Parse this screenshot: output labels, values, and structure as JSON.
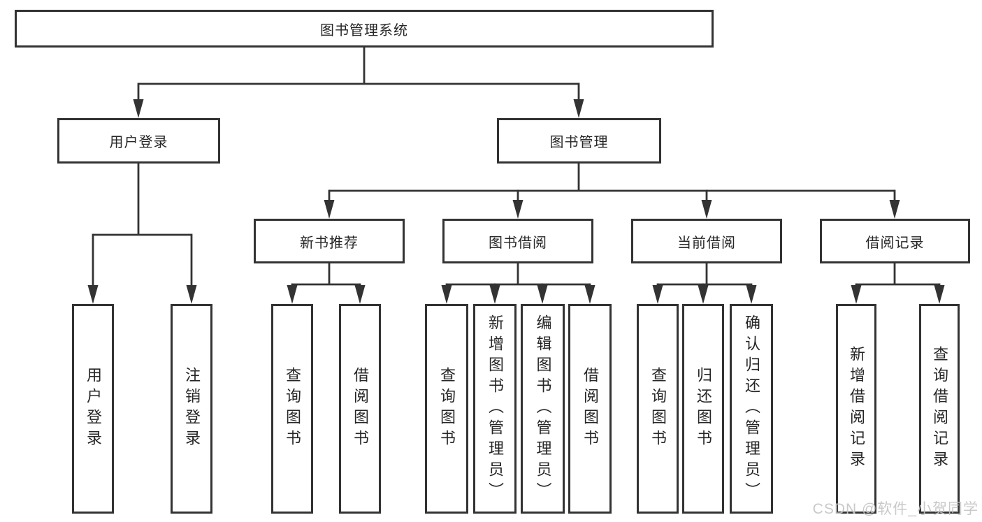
{
  "watermark": "CSDN @软件_小贺同学",
  "colors": {
    "line": "#333333",
    "text": "#262626",
    "watermark": "#c3c3c3",
    "background": "#ffffff"
  },
  "tree": {
    "label": "图书管理系统",
    "children": [
      {
        "label": "用户登录",
        "children": [
          {
            "label": "用户登录"
          },
          {
            "label": "注销登录"
          }
        ]
      },
      {
        "label": "图书管理",
        "children": [
          {
            "label": "新书推荐",
            "children": [
              {
                "label": "查询图书"
              },
              {
                "label": "借阅图书"
              }
            ]
          },
          {
            "label": "图书借阅",
            "children": [
              {
                "label": "查询图书"
              },
              {
                "label": "新增图书（管理员）"
              },
              {
                "label": "编辑图书（管理员）"
              },
              {
                "label": "借阅图书"
              }
            ]
          },
          {
            "label": "当前借阅",
            "children": [
              {
                "label": "查询图书"
              },
              {
                "label": "归还图书"
              },
              {
                "label": "确认归还（管理员）"
              }
            ]
          },
          {
            "label": "借阅记录",
            "children": [
              {
                "label": "新增借阅记录"
              },
              {
                "label": "查询借阅记录"
              }
            ]
          }
        ]
      }
    ]
  }
}
